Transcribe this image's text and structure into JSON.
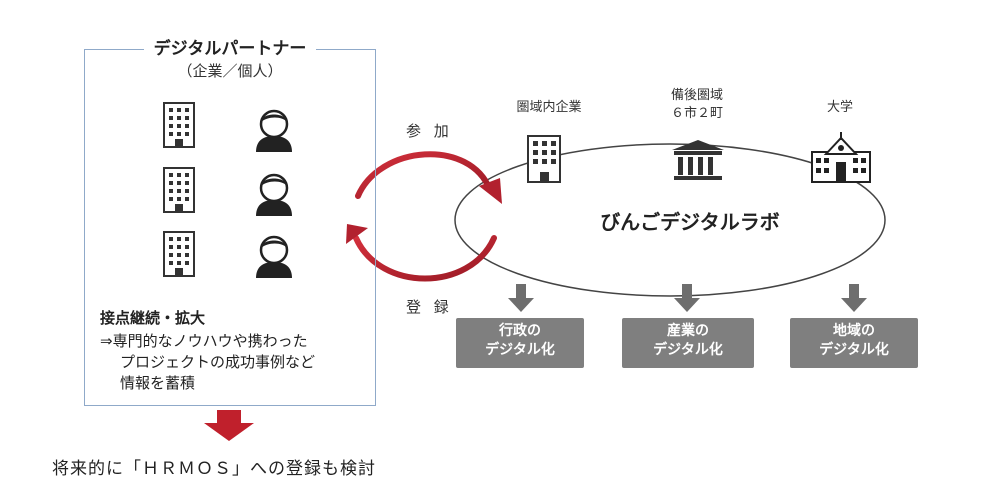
{
  "partner": {
    "title": "デジタルパートナー",
    "subtitle": "（企業／個人）",
    "content_heading": "接点継続・拡大",
    "content_lines": [
      "⇒専門的なノウハウや携わった",
      "プロジェクトの成功事例など",
      "情報を蓄積"
    ]
  },
  "cycle": {
    "join_label": "参 加",
    "register_label": "登 録"
  },
  "lab": {
    "title": "びんごデジタルラボ",
    "members": [
      {
        "label_lines": [
          "圏域内企業"
        ],
        "icon": "building-icon"
      },
      {
        "label_lines": [
          "備後圏域",
          "６市２町"
        ],
        "icon": "government-building-icon"
      },
      {
        "label_lines": [
          "大学"
        ],
        "icon": "school-icon"
      }
    ]
  },
  "outcomes": [
    {
      "line1": "行政の",
      "line2": "デジタル化"
    },
    {
      "line1": "産業の",
      "line2": "デジタル化"
    },
    {
      "line1": "地域の",
      "line2": "デジタル化"
    }
  ],
  "footer": {
    "text": "将来的に「ＨＲＭＯＳ」への登録も検討"
  },
  "colors": {
    "box_border": "#8fa9c9",
    "cycle_arrow": "#b2212e",
    "outcome_box": "#7f7f7f",
    "down_arrow": "#6e6e6e",
    "footer_arrow": "#c0202c"
  }
}
